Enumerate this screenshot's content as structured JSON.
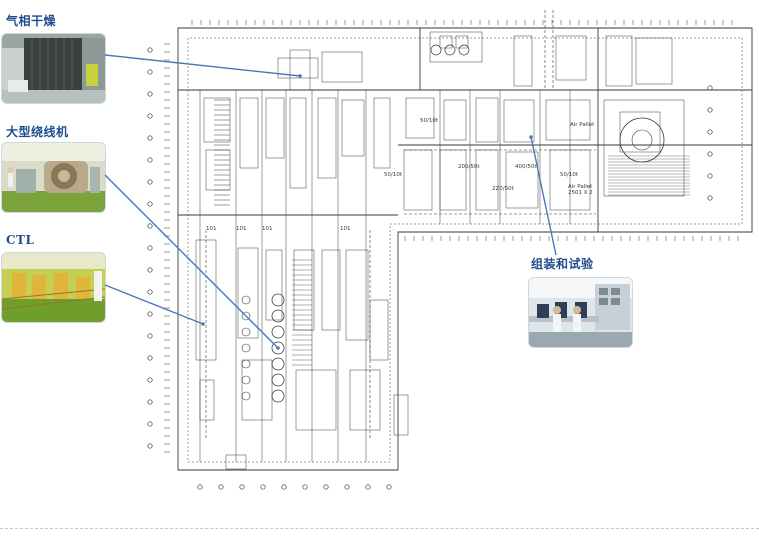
{
  "callouts": [
    {
      "id": "vapor-phase-drying",
      "label": "气相干燥"
    },
    {
      "id": "large-winding-machine",
      "label": "大型绕线机"
    },
    {
      "id": "ctl",
      "label": "CTL"
    },
    {
      "id": "assembly-and-testing",
      "label": "组装和试验"
    }
  ],
  "plan_labels": [
    "101",
    "101",
    "101",
    "101",
    "50/10t",
    "50/10t",
    "200/50t",
    "400/50t",
    "50/10t",
    "2Z0/50t",
    "Air Pallet",
    "Air Pallet",
    "2501 X 2"
  ],
  "colors": {
    "callout_text": "#1f4e8c",
    "leader_line": "#4a78b8",
    "plan_ink": "#3a3a3a"
  }
}
